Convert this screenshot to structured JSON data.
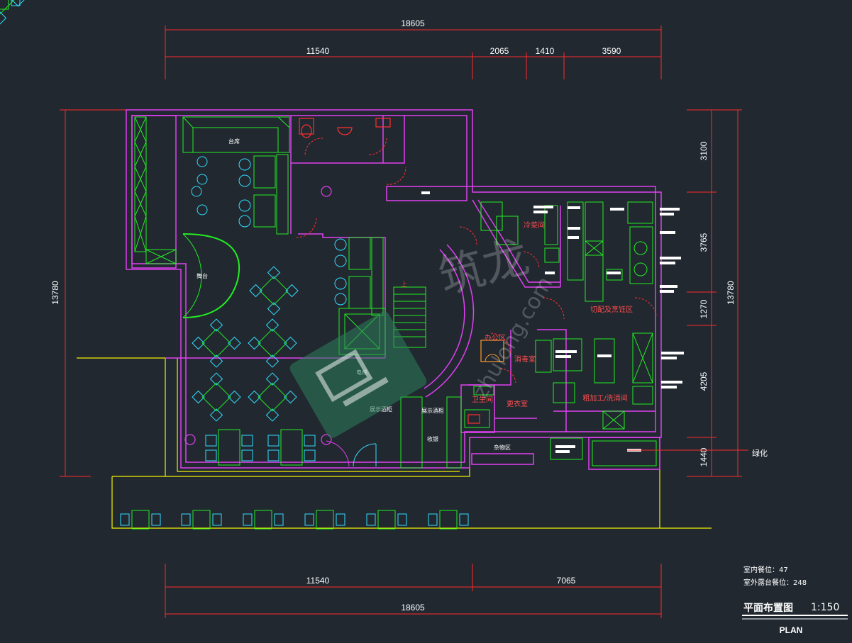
{
  "dimensions": {
    "top_total": "18605",
    "top_segments": [
      "11540",
      "2065",
      "1410",
      "3590"
    ],
    "bottom_total": "18605",
    "bottom_segments": [
      "11540",
      "7065"
    ],
    "left_total": "13780",
    "right_total": "13780",
    "right_segments": [
      "3100",
      "3765",
      "1270",
      "4205",
      "1440"
    ]
  },
  "rooms": {
    "bar": "台席",
    "stage": "舞台",
    "cold_kitchen": "冷菜间",
    "cutting_area": "切配及烹饪区",
    "office": "办公区",
    "disinfection": "消毒室",
    "toilet": "卫生间",
    "changing": "更衣室",
    "rough_processing": "粗加工/洗消间",
    "display_cabinet_1": "展示酒柜",
    "display_cabinet_2": "展示酒柜",
    "cashier": "收银",
    "misc_area": "杂物区",
    "stair_up": "上",
    "lift": "电梯"
  },
  "annotations": {
    "greening": "绿化"
  },
  "info": {
    "indoor_seats": "室内餐位：47",
    "outdoor_seats": "室外露台餐位：248"
  },
  "title_block": {
    "title": "平面布置图",
    "scale": "1:150",
    "subtitle": "PLAN"
  },
  "watermark": {
    "text_cn": "筑龙",
    "text_en": "zhulong.com"
  },
  "colors": {
    "background": "#212830",
    "dimension_lines": "#ff2a2a",
    "walls": "#e040f0",
    "furniture": "#22ee22",
    "chairs": "#33ddff",
    "terrace": "#f2f200",
    "labels_red": "#ff4d4d"
  }
}
